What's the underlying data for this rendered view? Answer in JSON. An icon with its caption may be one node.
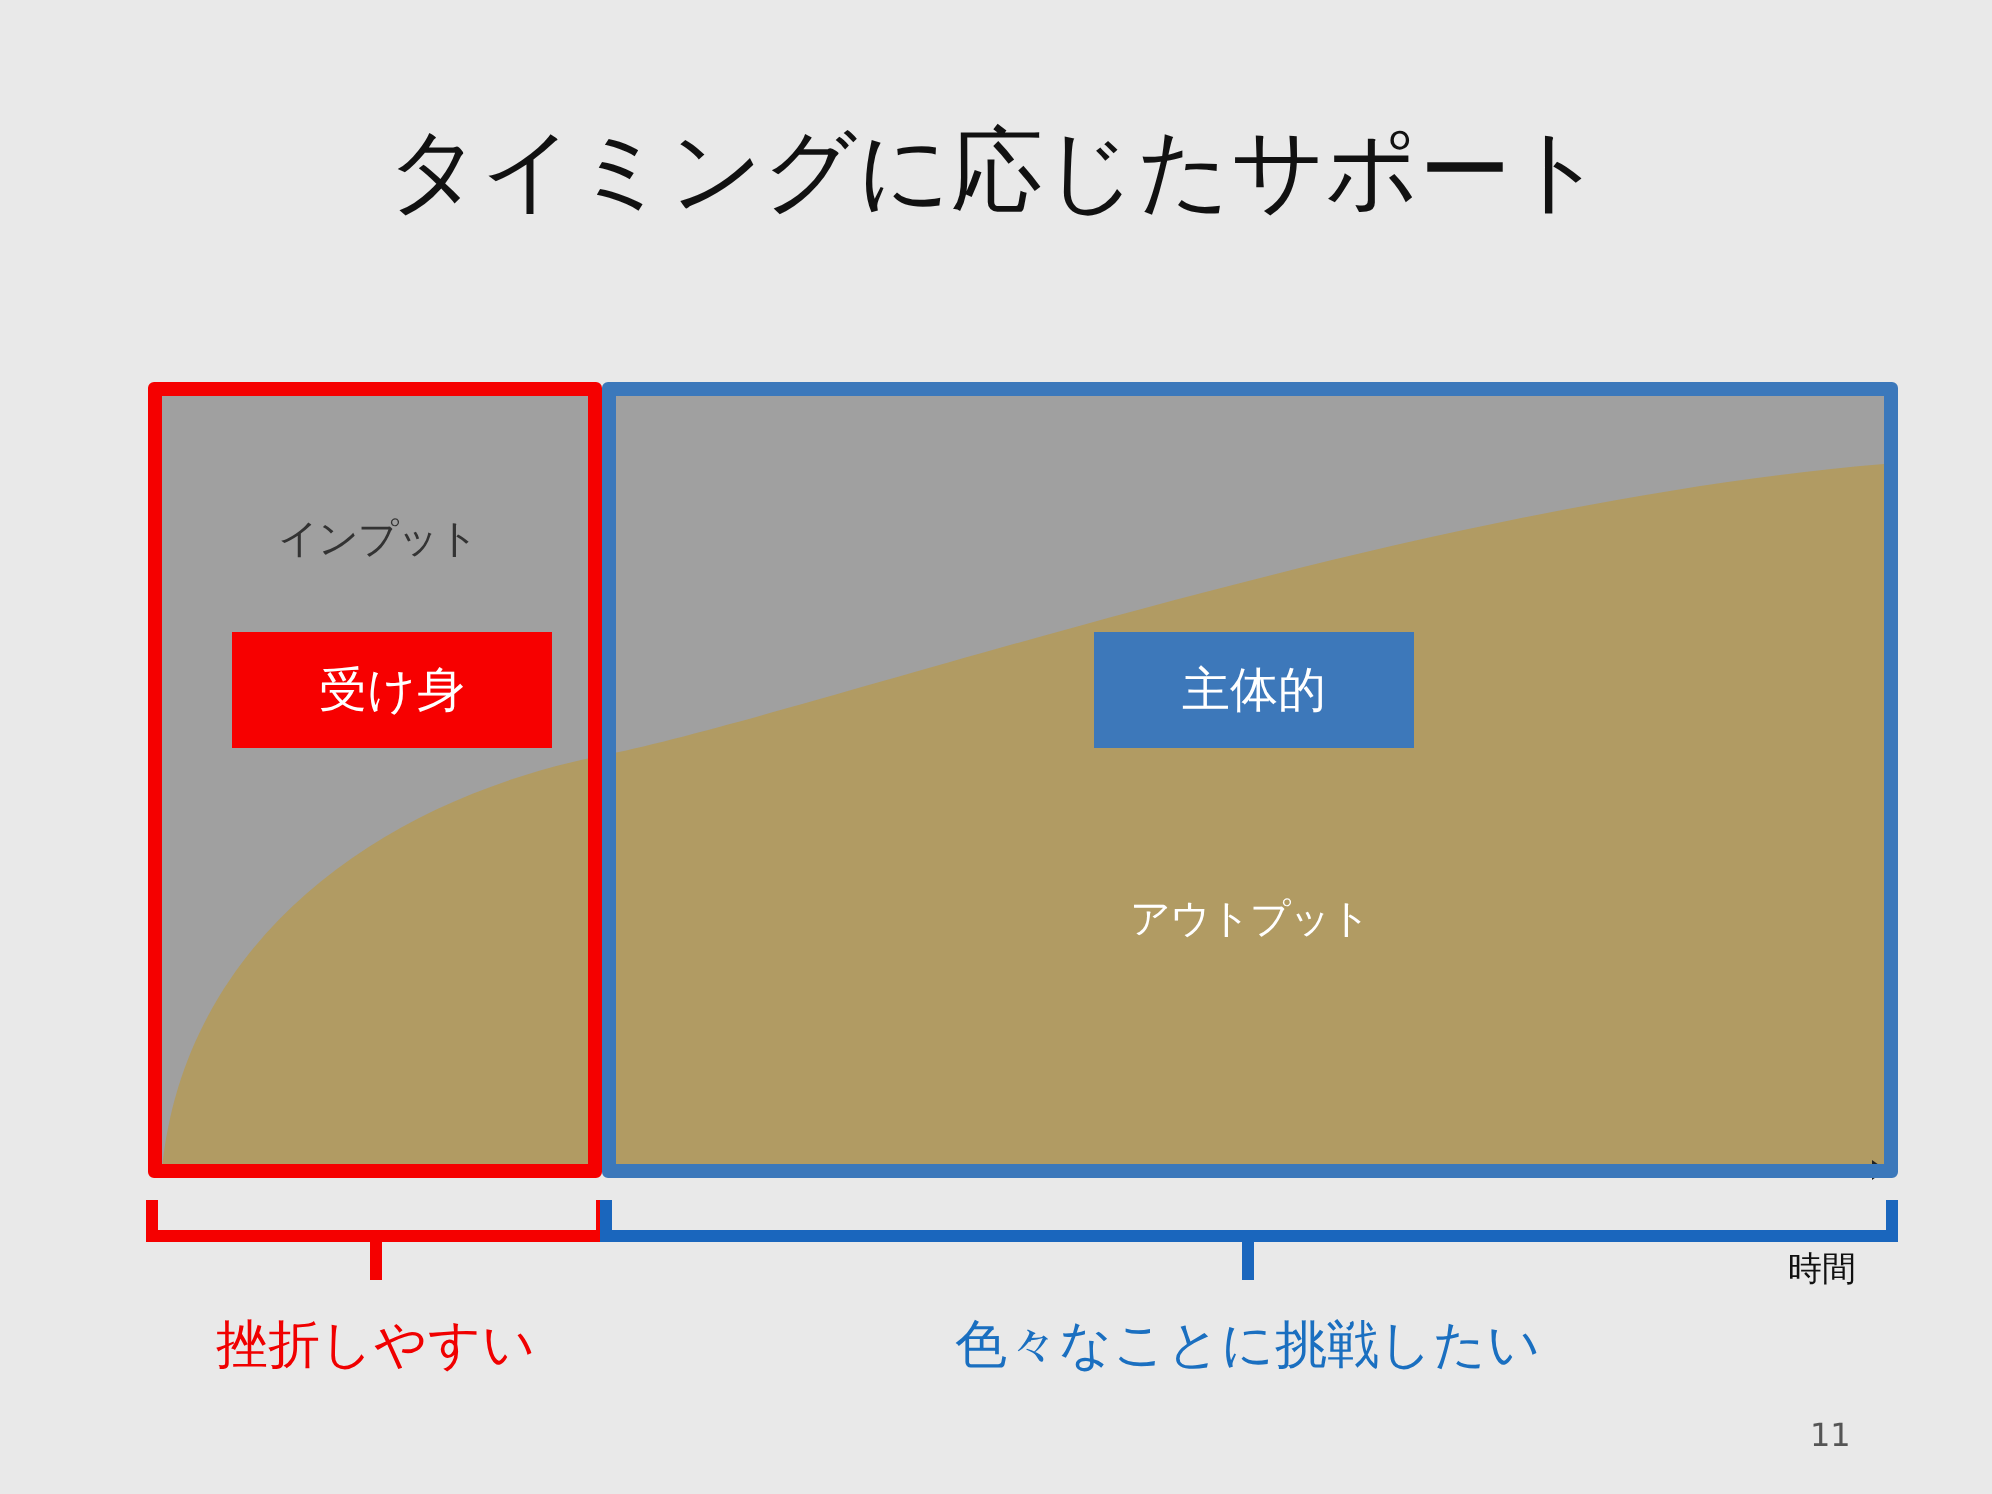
{
  "diagram": {
    "title": "タイミングに応じたサポート",
    "nodes": [
      {
        "text": [
          "インプット"
        ]
      },
      {
        "text": [
          "受け身"
        ],
        "in": 0
      },
      {
        "text": [
          "アウトプット"
        ]
      },
      {
        "text": [
          "主体的"
        ],
        "in": 2
      }
    ],
    "labels": [
      "時間",
      "挫折しやすい",
      "色々なことに挑戦したい",
      "11"
    ]
  }
}
